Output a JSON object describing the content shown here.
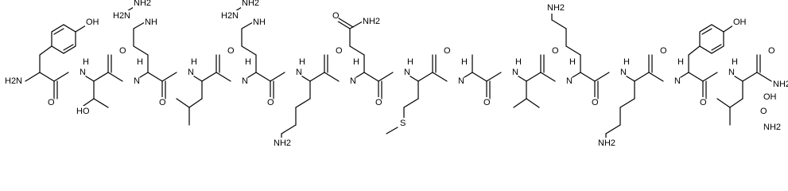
{
  "molecule": {
    "labels": [
      "H2N",
      "O",
      "HO",
      "OH",
      "H2N",
      "NH2",
      "NH",
      "H2N",
      "NH2",
      "NH",
      "NH2",
      "O",
      "H",
      "N",
      "O",
      "H",
      "N",
      "O",
      "H",
      "N",
      "O",
      "H",
      "N",
      "O",
      "H",
      "N",
      "O",
      "H",
      "N",
      "O",
      "H",
      "N",
      "O",
      "H",
      "N",
      "O",
      "H",
      "N",
      "O",
      "H",
      "N",
      "O",
      "H",
      "N",
      "O",
      "H",
      "N",
      "O",
      "H",
      "N",
      "O",
      "H",
      "N",
      "O",
      "H",
      "N",
      "O",
      "H",
      "N",
      "O",
      "H",
      "N",
      "O",
      "H",
      "N",
      "O",
      "NH2",
      "S",
      "NH2",
      "NH2",
      "OH",
      "NH2",
      "O",
      "OH",
      "NH2",
      "O",
      "O",
      "NH2",
      "O",
      "NH2"
    ]
  }
}
